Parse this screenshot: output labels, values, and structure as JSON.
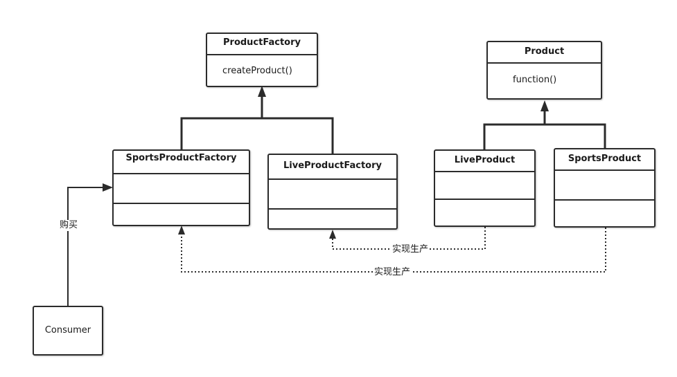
{
  "classes": {
    "product_factory": {
      "name": "ProductFactory",
      "method": "createProduct()"
    },
    "sports_product_factory": {
      "name": "SportsProductFactory"
    },
    "live_product_factory": {
      "name": "LiveProductFactory"
    },
    "product": {
      "name": "Product",
      "method": "function()"
    },
    "live_product": {
      "name": "LiveProduct"
    },
    "sports_product": {
      "name": "SportsProduct"
    },
    "consumer": {
      "name": "Consumer"
    }
  },
  "relations": {
    "buy_label": "购买",
    "implement_label_1": "实现生产",
    "implement_label_2": "实现生产"
  }
}
